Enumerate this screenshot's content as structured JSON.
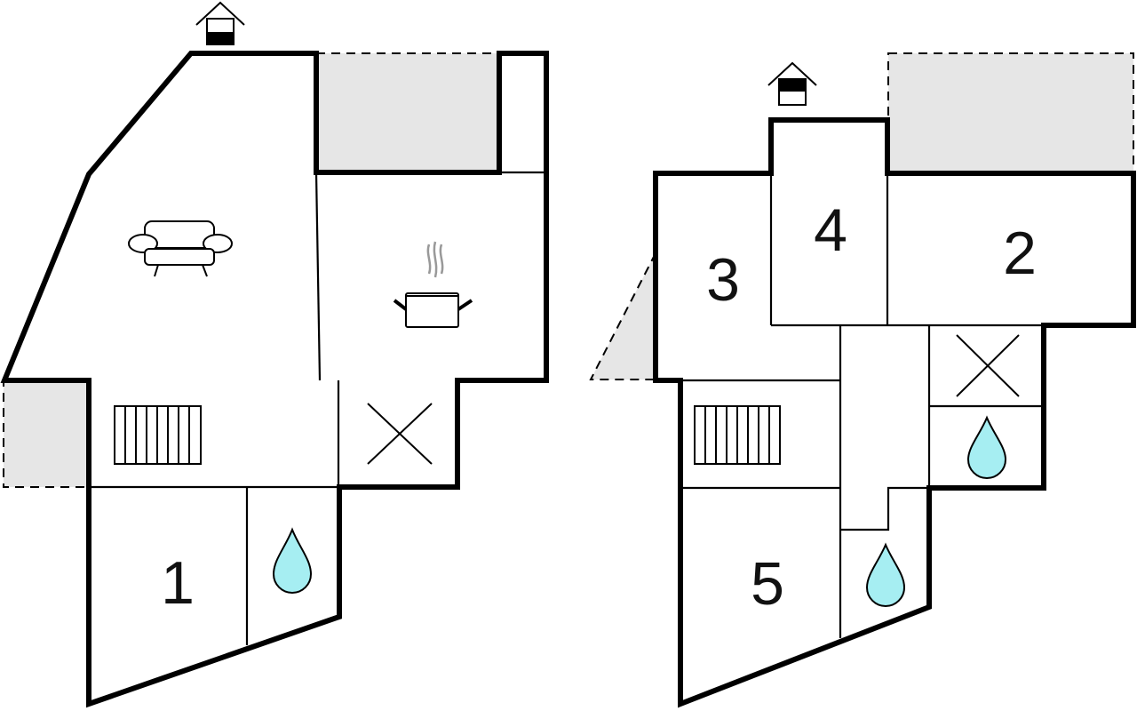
{
  "floors": [
    {
      "rooms": [
        {
          "label": "1"
        }
      ],
      "icons": [
        "entrance-icon",
        "sofa-icon",
        "cooking-pot-icon",
        "stairs-icon",
        "x-mark-icon",
        "water-drop-icon"
      ]
    },
    {
      "rooms": [
        {
          "label": "3"
        },
        {
          "label": "4"
        },
        {
          "label": "2"
        },
        {
          "label": "5"
        }
      ],
      "icons": [
        "entrance-icon",
        "stairs-icon",
        "x-mark-icon",
        "water-drop-icon",
        "water-drop-icon"
      ]
    }
  ],
  "colors": {
    "wall": "#000000",
    "terrace": "#e6e6e6",
    "water": "#a6eef2",
    "steam": "#999999"
  }
}
